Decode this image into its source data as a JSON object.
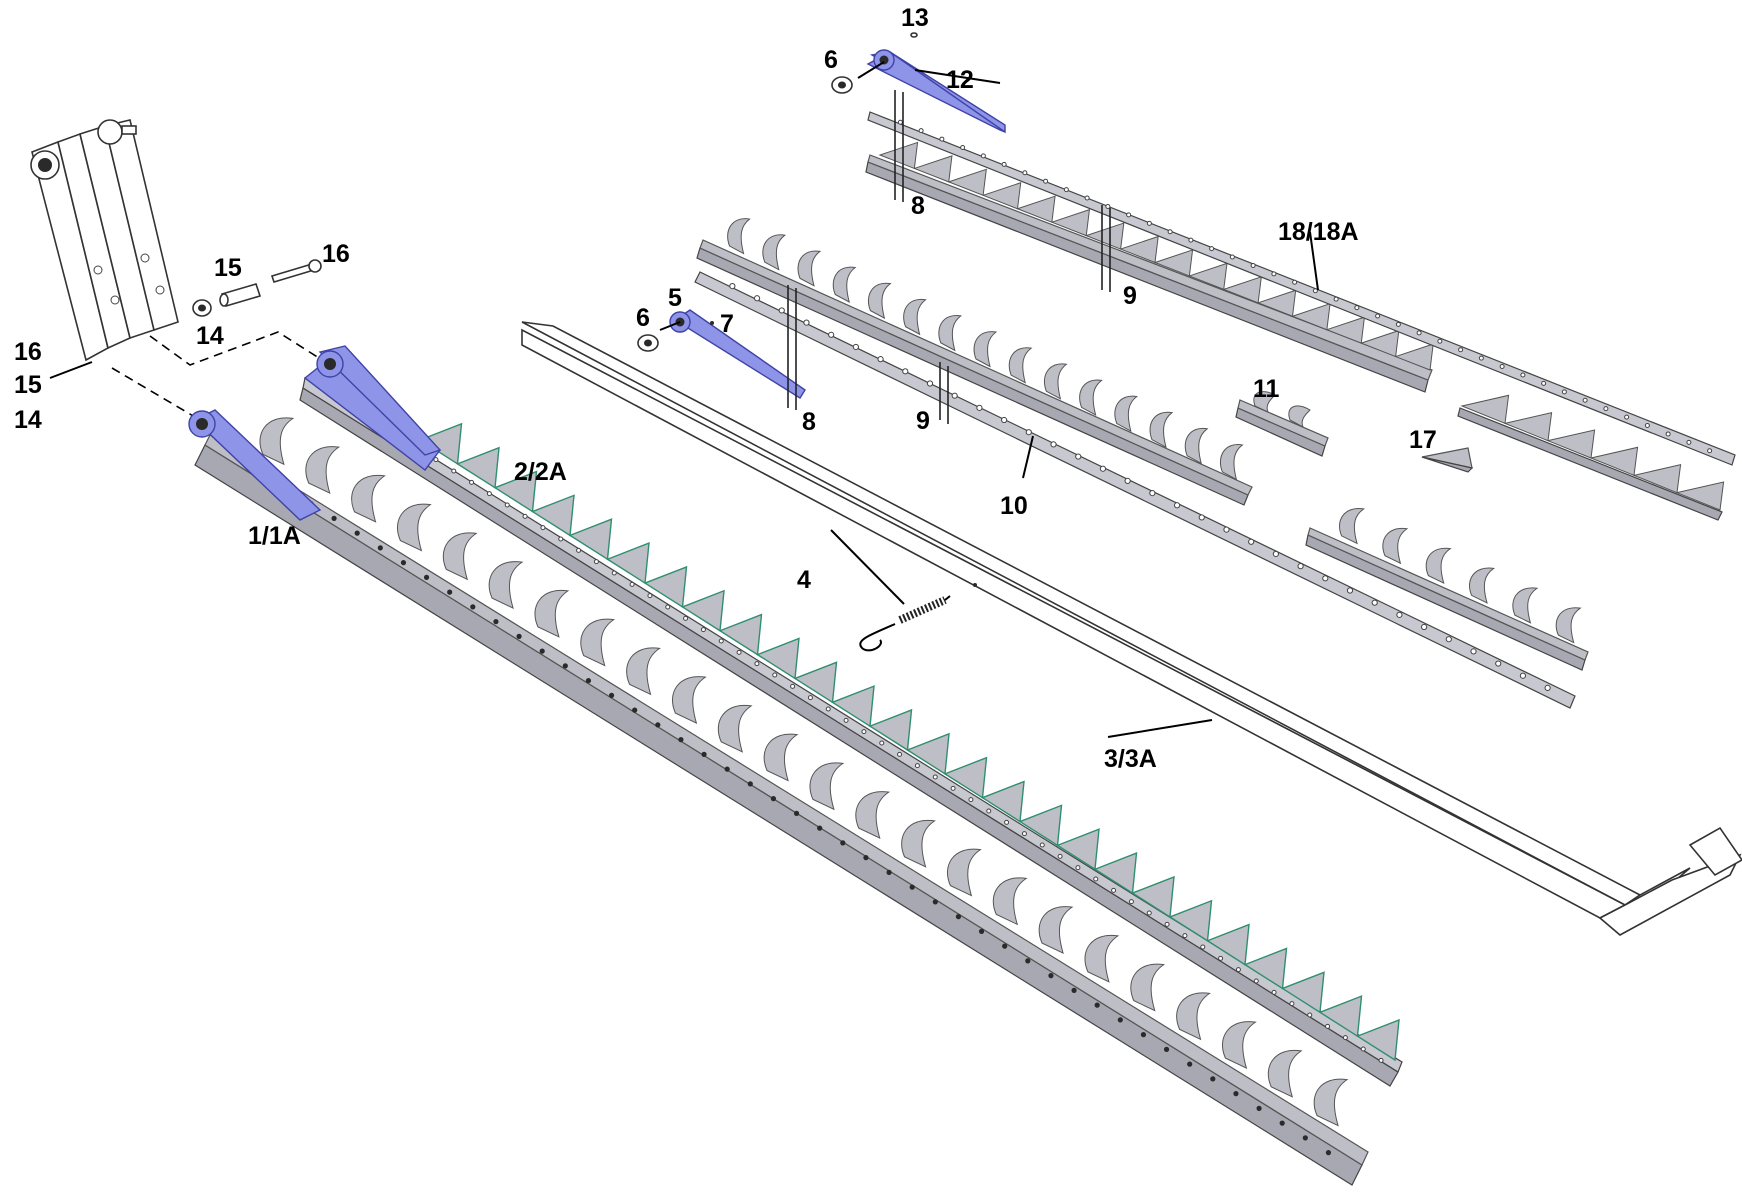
{
  "callouts": {
    "c13": "13",
    "c6_top": "6",
    "c12": "12",
    "c8_top": "8",
    "c18": "18/18A",
    "c9_top": "9",
    "c15_top": "15",
    "c16_top": "16",
    "c14_top": "14",
    "c16_left": "16",
    "c15_left": "15",
    "c14_left": "14",
    "c5": "5",
    "c6_mid": "6",
    "c7": "7",
    "c8_mid": "8",
    "c9_mid": "9",
    "c10": "10",
    "c11": "11",
    "c17": "17",
    "c2": "2/2A",
    "c1": "1/1A",
    "c4": "4",
    "c3": "3/3A"
  },
  "colors": {
    "blue_part": "#8e94e8",
    "gray_part": "#bebec6",
    "guard_edge": "#2f8f6f"
  }
}
